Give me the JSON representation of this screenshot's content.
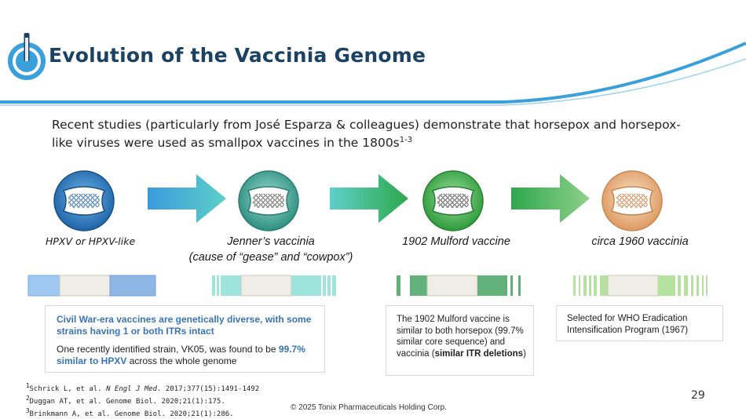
{
  "slide": {
    "title": "Evolution of the Vaccinia Genome",
    "intro_text": "Recent studies (particularly from José Esparza & colleagues) demonstrate that horsepox and horsepox-like viruses were used as smallpox vaccines in the 1800s",
    "intro_sup": "1-3",
    "page_number": "29",
    "copyright": "© 2025 Tonix Pharmaceuticals Holding Corp."
  },
  "stages": {
    "hpxv_label": "HPXV or HPXV-like",
    "jenner_label_line1": "Jenner’s vaccinia",
    "jenner_label_line2": "(cause of “gease” and “cowpox”)",
    "mulford_label": "1902 Mulford vaccine",
    "circa1960_label": "circa 1960 vaccinia"
  },
  "colors": {
    "title": "#1b4263",
    "accent_blue": "#3aa0dc",
    "hpxv": "#2f7fc4",
    "jenner": "#47b3a5",
    "mulford": "#3aa553",
    "vaccinia1960": "#e7a56c"
  },
  "boxes": {
    "civil_war": {
      "bold_text": "Civil War-era vaccines are genetically diverse, with some strains having 1 or both ITRs intact",
      "text_before": "One recently identified strain, VK05, was  found to be ",
      "highlight": "99.7% similar to HPXV",
      "text_after": " across the whole genome"
    },
    "mulford": {
      "text_before": "The 1902 Mulford vaccine is similar to both horsepox (99.7% similar core sequence) and vaccinia (",
      "bold": "similar ITR deletions",
      "text_after": ")"
    },
    "who": {
      "text": "Selected for WHO Eradication Intensification Program (1967)"
    }
  },
  "references": [
    {
      "sup": "1",
      "text_before": "Schrick L, et al. ",
      "journal": "N Engl J Med.",
      "text_after": " 2017;377(15):1491-1492"
    },
    {
      "sup": "2",
      "text_before": "Duggan AT, et al. Genome Biol. 2020;21(1):175.",
      "journal": "",
      "text_after": ""
    },
    {
      "sup": "3",
      "text_before": "Brinkmann A, et al. Genome Biol. 2020;21(1):286.",
      "journal": "",
      "text_after": ""
    }
  ],
  "icons": {
    "logo": "power-button-logo-icon",
    "arrow": "right-arrow-icon",
    "virus": "poxvirus-particle-icon"
  }
}
